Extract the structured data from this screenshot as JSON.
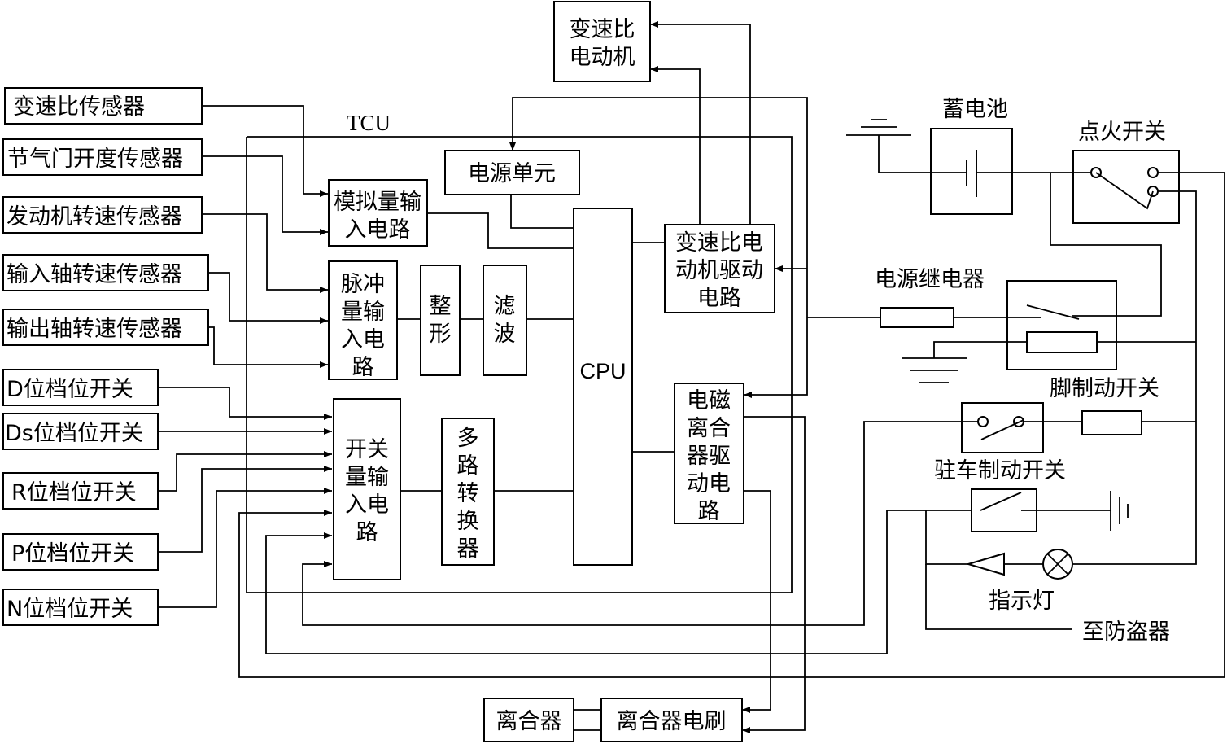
{
  "diagram": {
    "tcu_label": "TCU",
    "cpu_label": "CPU",
    "sensors": {
      "ratio_sensor": "变速比传感器",
      "throttle_sensor": "节气门开度传感器",
      "engine_speed_sensor": "发动机转速传感器",
      "input_shaft_sensor": "输入轴转速传感器",
      "output_shaft_sensor": "输出轴转速传感器"
    },
    "switches": {
      "d": "D位档位开关",
      "ds": "Ds位档位开关",
      "r": "R位档位开关",
      "p": "P位档位开关",
      "n": "N位档位开关"
    },
    "blocks": {
      "ratio_motor": [
        "变速比",
        "电动机"
      ],
      "power_unit": "电源单元",
      "analog_input": [
        "模拟量输",
        "入电路"
      ],
      "pulse_input": [
        "脉冲",
        "量输",
        "入电",
        "路"
      ],
      "shaping": [
        "整",
        "形"
      ],
      "filter": [
        "滤",
        "波"
      ],
      "switch_input": [
        "开关",
        "量输",
        "入电",
        "路"
      ],
      "multiplexer": [
        "多",
        "路",
        "转",
        "换",
        "器"
      ],
      "motor_drive": [
        "变速比电",
        "动机驱动",
        "电路"
      ],
      "clutch_drive": [
        "电磁",
        "离合",
        "器驱",
        "动电",
        "路"
      ],
      "clutch": "离合器",
      "clutch_brush": "离合器电刷"
    },
    "external": {
      "battery": "蓄电池",
      "ignition_switch": "点火开关",
      "power_relay": "电源继电器",
      "foot_brake_switch": "脚制动开关",
      "parking_brake_switch": "驻车制动开关",
      "indicator_lamp": "指示灯",
      "to_antitheft": "至防盗器"
    }
  }
}
